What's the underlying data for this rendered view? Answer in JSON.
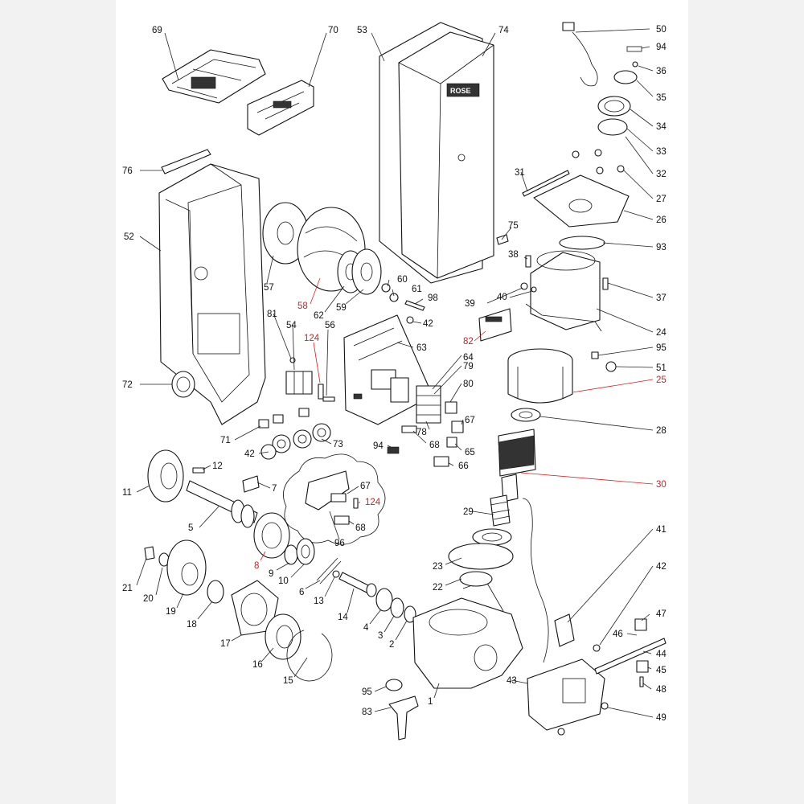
{
  "callouts": [
    {
      "id": "69",
      "color": "black"
    },
    {
      "id": "70",
      "color": "black"
    },
    {
      "id": "53",
      "color": "black"
    },
    {
      "id": "74",
      "color": "black"
    },
    {
      "id": "50",
      "color": "black"
    },
    {
      "id": "94",
      "color": "black"
    },
    {
      "id": "36",
      "color": "black"
    },
    {
      "id": "35",
      "color": "black"
    },
    {
      "id": "34",
      "color": "black"
    },
    {
      "id": "33",
      "color": "black"
    },
    {
      "id": "32",
      "color": "black"
    },
    {
      "id": "31",
      "color": "black"
    },
    {
      "id": "27",
      "color": "black"
    },
    {
      "id": "26",
      "color": "black"
    },
    {
      "id": "75",
      "color": "black"
    },
    {
      "id": "93",
      "color": "black"
    },
    {
      "id": "38",
      "color": "black"
    },
    {
      "id": "37",
      "color": "black"
    },
    {
      "id": "39",
      "color": "black"
    },
    {
      "id": "40",
      "color": "black"
    },
    {
      "id": "24",
      "color": "black"
    },
    {
      "id": "82",
      "color": "red"
    },
    {
      "id": "95",
      "color": "black"
    },
    {
      "id": "51",
      "color": "black"
    },
    {
      "id": "25",
      "color": "red"
    },
    {
      "id": "28",
      "color": "black"
    },
    {
      "id": "30",
      "color": "red"
    },
    {
      "id": "76",
      "color": "black"
    },
    {
      "id": "52",
      "color": "black"
    },
    {
      "id": "57",
      "color": "black"
    },
    {
      "id": "58",
      "color": "red"
    },
    {
      "id": "62",
      "color": "black"
    },
    {
      "id": "59",
      "color": "black"
    },
    {
      "id": "60",
      "color": "black"
    },
    {
      "id": "61",
      "color": "black"
    },
    {
      "id": "98",
      "color": "black"
    },
    {
      "id": "42",
      "color": "black"
    },
    {
      "id": "81",
      "color": "black"
    },
    {
      "id": "54",
      "color": "black"
    },
    {
      "id": "124",
      "color": "red"
    },
    {
      "id": "56",
      "color": "black"
    },
    {
      "id": "63",
      "color": "black"
    },
    {
      "id": "64",
      "color": "black"
    },
    {
      "id": "79",
      "color": "black"
    },
    {
      "id": "80",
      "color": "black"
    },
    {
      "id": "67",
      "color": "black"
    },
    {
      "id": "78",
      "color": "black"
    },
    {
      "id": "68",
      "color": "black"
    },
    {
      "id": "65",
      "color": "black"
    },
    {
      "id": "66",
      "color": "black"
    },
    {
      "id": "94",
      "color": "black"
    },
    {
      "id": "72",
      "color": "black"
    },
    {
      "id": "71",
      "color": "black"
    },
    {
      "id": "42",
      "color": "black"
    },
    {
      "id": "73",
      "color": "black"
    },
    {
      "id": "11",
      "color": "black"
    },
    {
      "id": "12",
      "color": "black"
    },
    {
      "id": "7",
      "color": "black"
    },
    {
      "id": "5",
      "color": "black"
    },
    {
      "id": "67",
      "color": "black"
    },
    {
      "id": "124",
      "color": "red"
    },
    {
      "id": "68",
      "color": "black"
    },
    {
      "id": "96",
      "color": "black"
    },
    {
      "id": "8",
      "color": "red"
    },
    {
      "id": "9",
      "color": "black"
    },
    {
      "id": "10",
      "color": "black"
    },
    {
      "id": "29",
      "color": "black"
    },
    {
      "id": "41",
      "color": "black"
    },
    {
      "id": "23",
      "color": "black"
    },
    {
      "id": "22",
      "color": "black"
    },
    {
      "id": "42",
      "color": "black"
    },
    {
      "id": "21",
      "color": "black"
    },
    {
      "id": "20",
      "color": "black"
    },
    {
      "id": "19",
      "color": "black"
    },
    {
      "id": "6",
      "color": "black"
    },
    {
      "id": "13",
      "color": "black"
    },
    {
      "id": "14",
      "color": "black"
    },
    {
      "id": "18",
      "color": "black"
    },
    {
      "id": "17",
      "color": "black"
    },
    {
      "id": "4",
      "color": "black"
    },
    {
      "id": "3",
      "color": "black"
    },
    {
      "id": "2",
      "color": "black"
    },
    {
      "id": "47",
      "color": "black"
    },
    {
      "id": "46",
      "color": "black"
    },
    {
      "id": "44",
      "color": "black"
    },
    {
      "id": "45",
      "color": "black"
    },
    {
      "id": "48",
      "color": "black"
    },
    {
      "id": "16",
      "color": "black"
    },
    {
      "id": "15",
      "color": "black"
    },
    {
      "id": "43",
      "color": "black"
    },
    {
      "id": "95",
      "color": "black"
    },
    {
      "id": "1",
      "color": "black"
    },
    {
      "id": "83",
      "color": "black"
    },
    {
      "id": "49",
      "color": "black"
    }
  ],
  "brand_text": "ROSE",
  "colors": {
    "sheet": "#ffffff",
    "background": "#f2f2f2",
    "line": "#111111",
    "highlight": "#d21f1f"
  }
}
